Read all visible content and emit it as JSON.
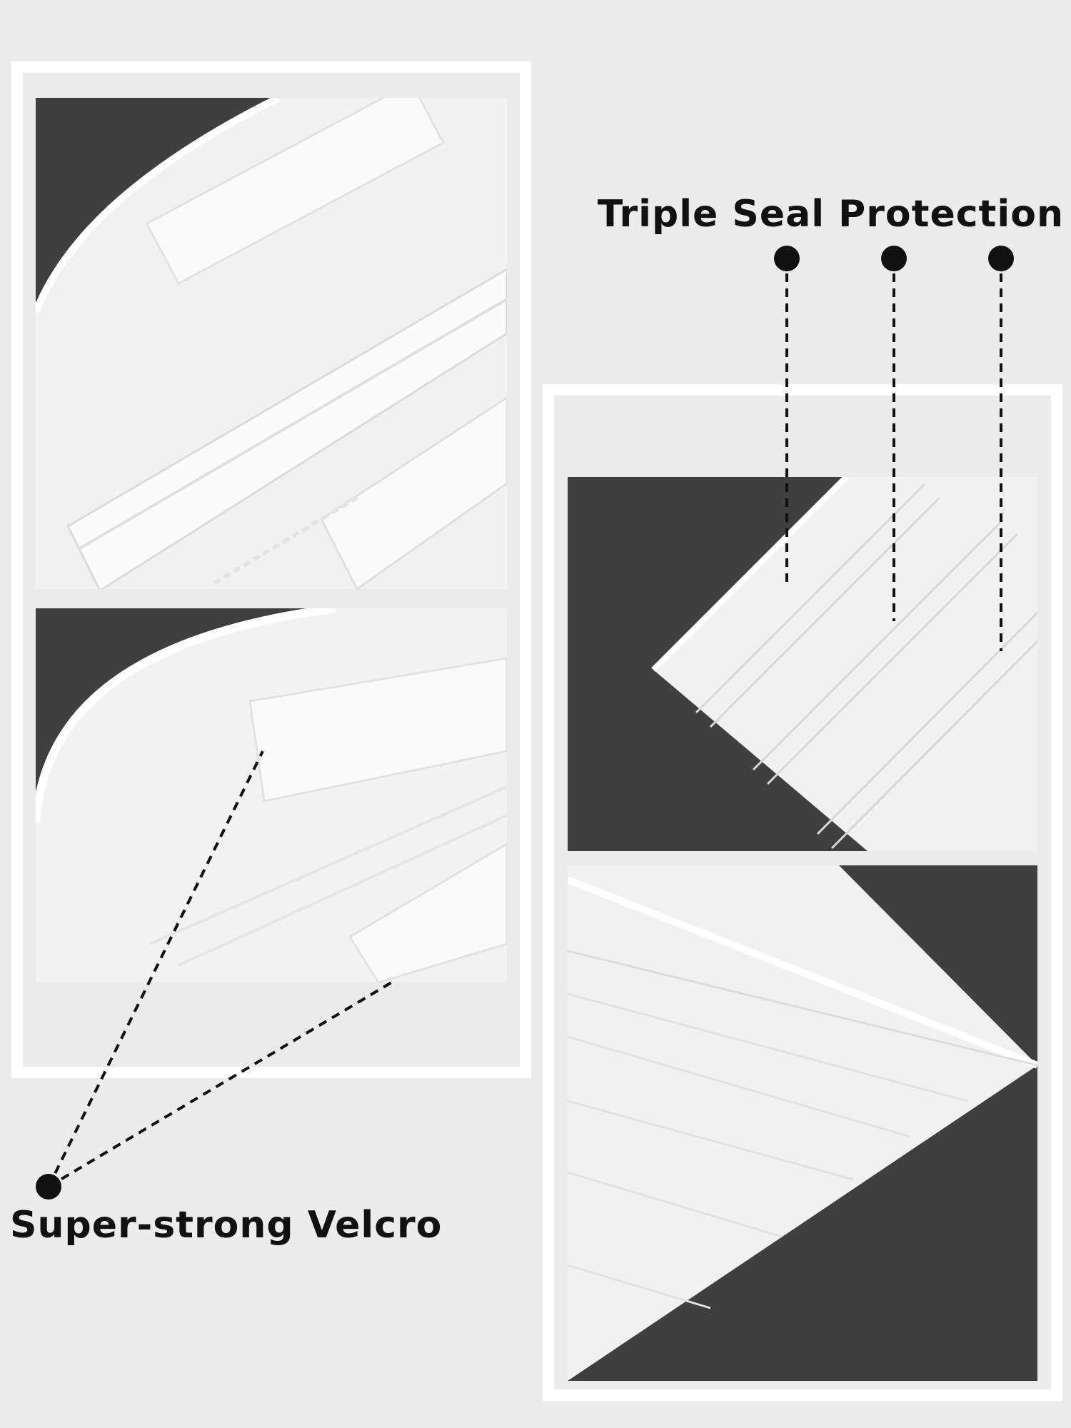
{
  "callouts": {
    "velcro_label": "Super-strong Velcro",
    "seal_label": "Triple Seal Protection"
  },
  "colors": {
    "background": "#ececec",
    "frame": "#ffffff",
    "photo_background": "#3f3f3f",
    "bag_plastic": "#f1f1f1",
    "text": "#111111"
  },
  "icons": {
    "callout_marker": "filled-circle-dot",
    "callout_line": "dashed-leader-line"
  }
}
